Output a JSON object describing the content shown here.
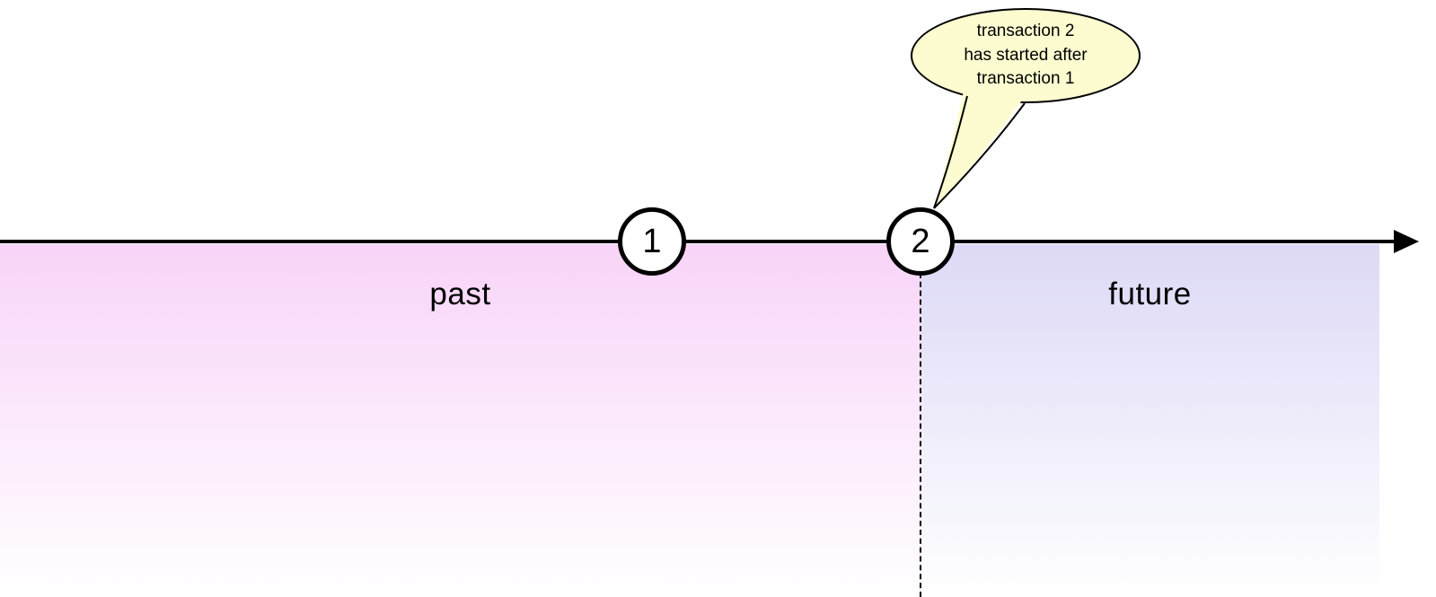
{
  "timeline": {
    "markers": [
      {
        "label": "1"
      },
      {
        "label": "2"
      }
    ]
  },
  "regions": {
    "past": {
      "label": "past",
      "color_top": "#f8d4f8"
    },
    "future": {
      "label": "future",
      "color_top": "#ddd9f6"
    },
    "fade_to": "#ffffff"
  },
  "callout": {
    "lines": [
      "transaction 2",
      "has started after",
      "transaction 1"
    ],
    "fill": "#fcfcd0",
    "border": "#000000"
  }
}
